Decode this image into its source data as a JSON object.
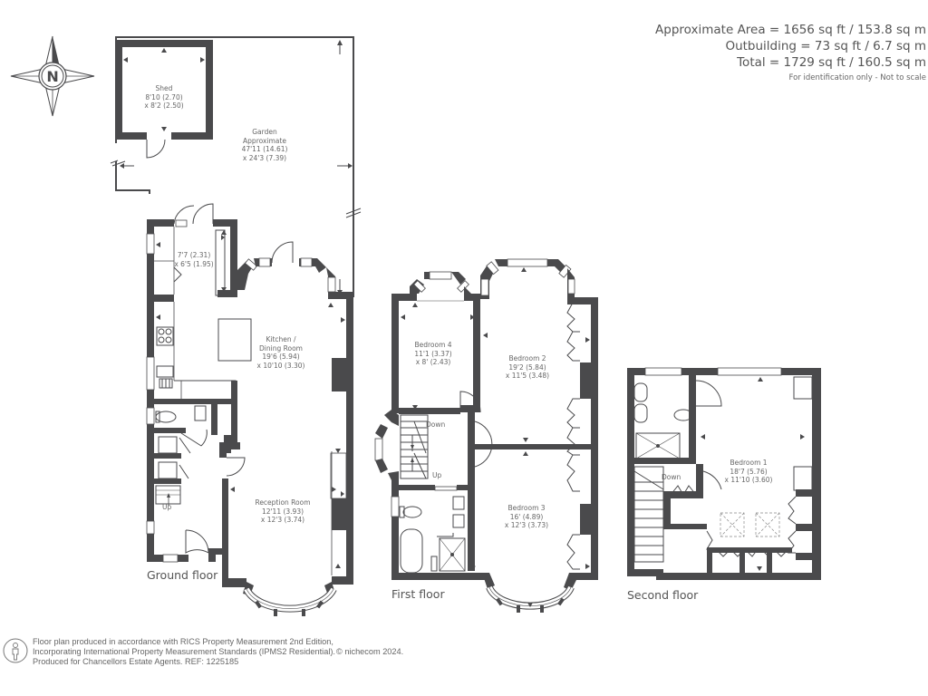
{
  "area_summary": {
    "approximate_area": "Approximate Area = 1656 sq ft / 153.8 sq m",
    "outbuilding": "Outbuilding = 73 sq ft / 6.7 sq m",
    "total": "Total = 1729 sq ft / 160.5 sq m",
    "note": "For identification only - Not to scale"
  },
  "compass": {
    "label": "N",
    "icon": "compass-rose-icon"
  },
  "floors": {
    "ground": {
      "label": "Ground floor",
      "rooms": [
        {
          "name": "Shed",
          "dim1": "8'10 (2.70)",
          "dim2": "x 8'2 (2.50)"
        },
        {
          "name": "Garden",
          "name2": "Approximate",
          "dim1": "47'11 (14.61)",
          "dim2": "x 24'3 (7.39)"
        },
        {
          "name": "",
          "dim1": "7'7 (2.31)",
          "dim2": "x 6'5 (1.95)"
        },
        {
          "name": "Kitchen /",
          "name2": "Dining Room",
          "dim1": "19'6 (5.94)",
          "dim2": "x 10'10 (3.30)"
        },
        {
          "name": "Reception Room",
          "dim1": "12'11 (3.93)",
          "dim2": "x 12'3 (3.74)"
        }
      ],
      "stairs": "Up"
    },
    "first": {
      "label": "First floor",
      "rooms": [
        {
          "name": "Bedroom 4",
          "dim1": "11'1 (3.37)",
          "dim2": "x 8' (2.43)"
        },
        {
          "name": "Bedroom 2",
          "dim1": "19'2 (5.84)",
          "dim2": "x 11'5 (3.48)"
        },
        {
          "name": "Bedroom 3",
          "dim1": "16' (4.89)",
          "dim2": "x 12'3 (3.73)"
        }
      ],
      "stairs_down": "Down",
      "stairs_up": "Up"
    },
    "second": {
      "label": "Second floor",
      "rooms": [
        {
          "name": "Bedroom 1",
          "dim1": "18'7 (5.76)",
          "dim2": "x 11'10 (3.60)"
        }
      ],
      "stairs_down": "Down"
    }
  },
  "footer": {
    "line1": "Floor plan produced in accordance with RICS Property Measurement 2nd Edition,",
    "line2": "Incorporating International Property Measurement Standards (IPMS2 Residential).",
    "line3": "Produced for Chancellors Estate Agents.   REF:  1225185",
    "copyright": "© nichecom 2024.",
    "icon": "person-icon"
  },
  "colors": {
    "wall": "#4a4a4c",
    "text": "#555555",
    "line": "#4a4a4c"
  }
}
